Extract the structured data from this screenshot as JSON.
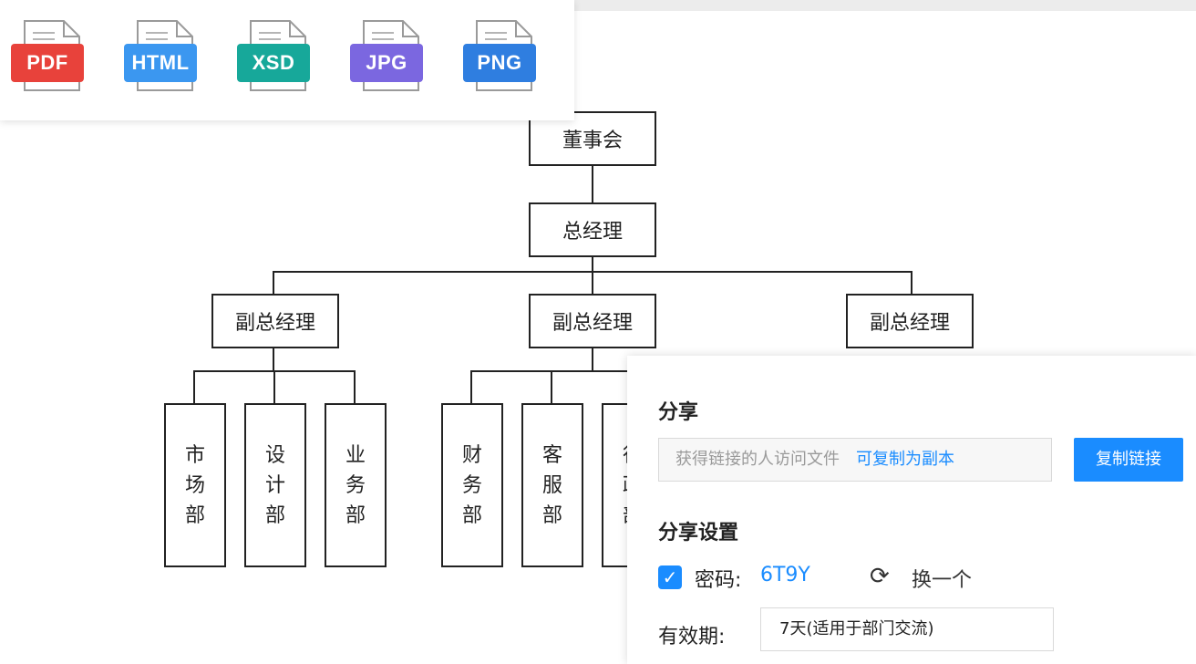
{
  "formats": [
    {
      "label": "PDF",
      "color": "#e8423b"
    },
    {
      "label": "HTML",
      "color": "#3b97f0"
    },
    {
      "label": "XSD",
      "color": "#17a89a"
    },
    {
      "label": "JPG",
      "color": "#7b67e0"
    },
    {
      "label": "PNG",
      "color": "#2f7ee0"
    }
  ],
  "org": {
    "board": "董事会",
    "gm": "总经理",
    "vp_left": "副总经理",
    "vp_center": "副总经理",
    "vp_right": "副总经理",
    "departments": [
      {
        "label": "市场部",
        "chars": [
          "市",
          "场",
          "部"
        ]
      },
      {
        "label": "设计部",
        "chars": [
          "设",
          "计",
          "部"
        ]
      },
      {
        "label": "业务部",
        "chars": [
          "业",
          "务",
          "部"
        ]
      },
      {
        "label": "财务部",
        "chars": [
          "财",
          "务",
          "部"
        ]
      },
      {
        "label": "客服部",
        "chars": [
          "客",
          "服",
          "部"
        ]
      },
      {
        "label": "行政部",
        "chars": [
          "行",
          "政",
          "部"
        ]
      }
    ]
  },
  "share": {
    "title": "分享",
    "link_desc": "获得链接的人访问文件",
    "link_permission": "可复制为副本",
    "copy_button": "复制链接",
    "settings_title": "分享设置",
    "password_label": "密码:",
    "password_value": "6T9Y",
    "password_checked": true,
    "refresh_label": "换一个",
    "validity_label": "有效期:",
    "validity_value": "7天(适用于部门交流)",
    "accent": "#1a8cff"
  }
}
